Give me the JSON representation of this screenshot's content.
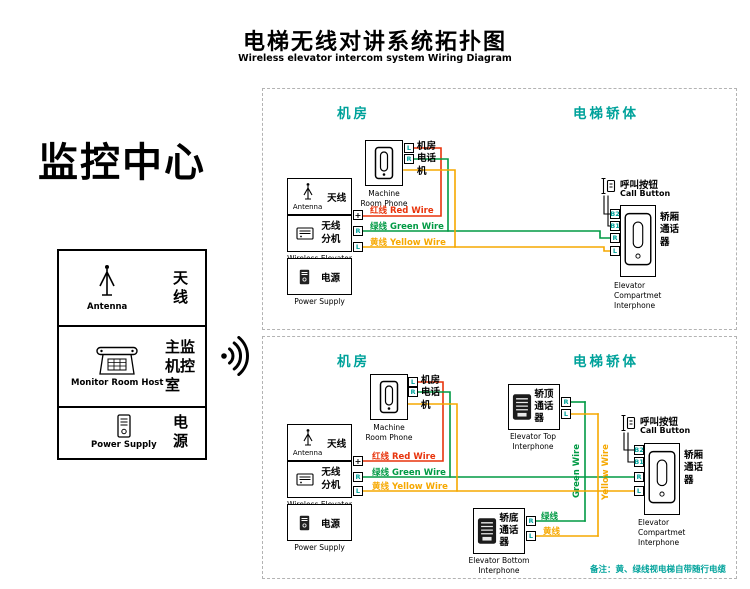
{
  "colors": {
    "teal": "#00a29b",
    "red": "#e8340c",
    "green": "#009a44",
    "yellow": "#f6a800"
  },
  "header": {
    "title": "电梯无线对讲系统拓扑图",
    "subtitle": "Wireless elevator intercom system Wiring Diagram"
  },
  "monitor_center": {
    "heading": "监控中心",
    "antenna": {
      "zh": "天线",
      "en": "Antenna"
    },
    "host": {
      "zh": "主监机控室",
      "en": "Monitor Room Host"
    },
    "power": {
      "zh": "电源",
      "en": "Power Supply"
    }
  },
  "section_labels": {
    "machine_room": "机房",
    "elevator_car": "电梯轿体"
  },
  "units": {
    "machine_phone": {
      "zh": "机房电话机",
      "en": "Machine Room Phone"
    },
    "antenna": {
      "zh": "天线",
      "en": "Antenna"
    },
    "wireless": {
      "zh": "无线分机",
      "en": "Wireless Elevator"
    },
    "power": {
      "zh": "电源",
      "en": "Power Supply"
    },
    "call_button": {
      "zh": "呼叫按钮",
      "en": "Call Button"
    },
    "compartment": {
      "zh": "轿厢通话器",
      "en": "Elevator Compartmet Interphone"
    },
    "top_interphone": {
      "zh": "轿顶通话器",
      "en": "Elevator Top Interphone"
    },
    "bottom_interphone": {
      "zh": "轿底通话器",
      "en": "Elevator Bottom Interphone"
    }
  },
  "terminals": {
    "l": "L",
    "r": "R",
    "plus": "+",
    "b1": "B1",
    "b2": "B2"
  },
  "wire_labels": {
    "red": {
      "zh": "红线",
      "en": "Red Wire"
    },
    "green": {
      "zh": "绿线",
      "en": "Green Wire"
    },
    "yellow": {
      "zh": "黄线",
      "en": "Yellow Wire"
    }
  },
  "note": "备注：黄、绿线视电梯自带随行电缆"
}
